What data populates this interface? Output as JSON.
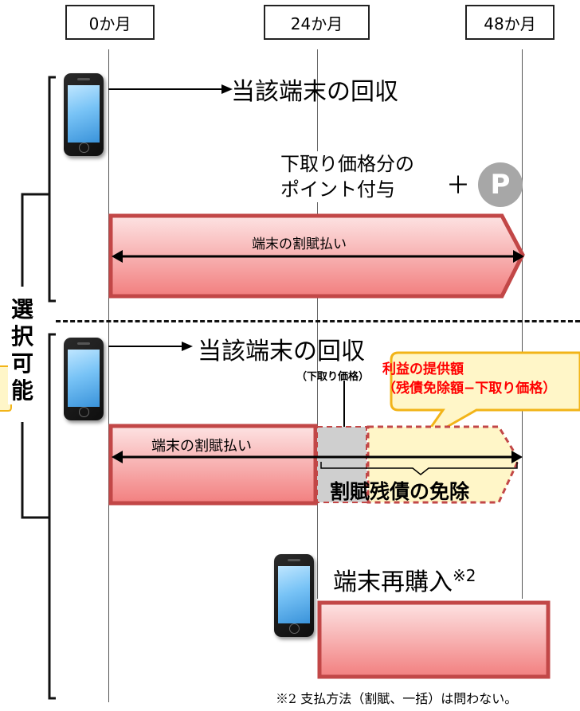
{
  "timeline": {
    "months": [
      "0か月",
      "24か月",
      "48か月"
    ]
  },
  "selection_label": "選\n択\n可\n能",
  "option_a": {
    "collect_label": "当該端末の回収",
    "tradein_points_label": "下取り価格分の\nポイント付与",
    "plus_sign": "＋",
    "point_badge": "P",
    "installment_label": "端末の割賦払い"
  },
  "option_b": {
    "collect_label": "当該端末の回収",
    "tradein_price_label": "（下取り価格）",
    "benefit_callout": "利益の提供額\n（残債免除額−下取り価格）",
    "installment_label": "端末の割賦払い",
    "exemption_label": "割賦残債の免除",
    "repurchase_label": "端末再購入",
    "repurchase_note_mark": "※2"
  },
  "footnote": "※2  支払方法（割賦、一括）は問わない。",
  "colors": {
    "bar_fill_top": "#fde3e3",
    "bar_fill_bottom": "#f27f7f",
    "bar_border": "#c24747",
    "callout_fill": "#fff6c8",
    "callout_border": "#f2b418",
    "callout_text": "#ff0000",
    "gray_box": "#cfcfcf",
    "point_badge": "#a7a7a7"
  }
}
